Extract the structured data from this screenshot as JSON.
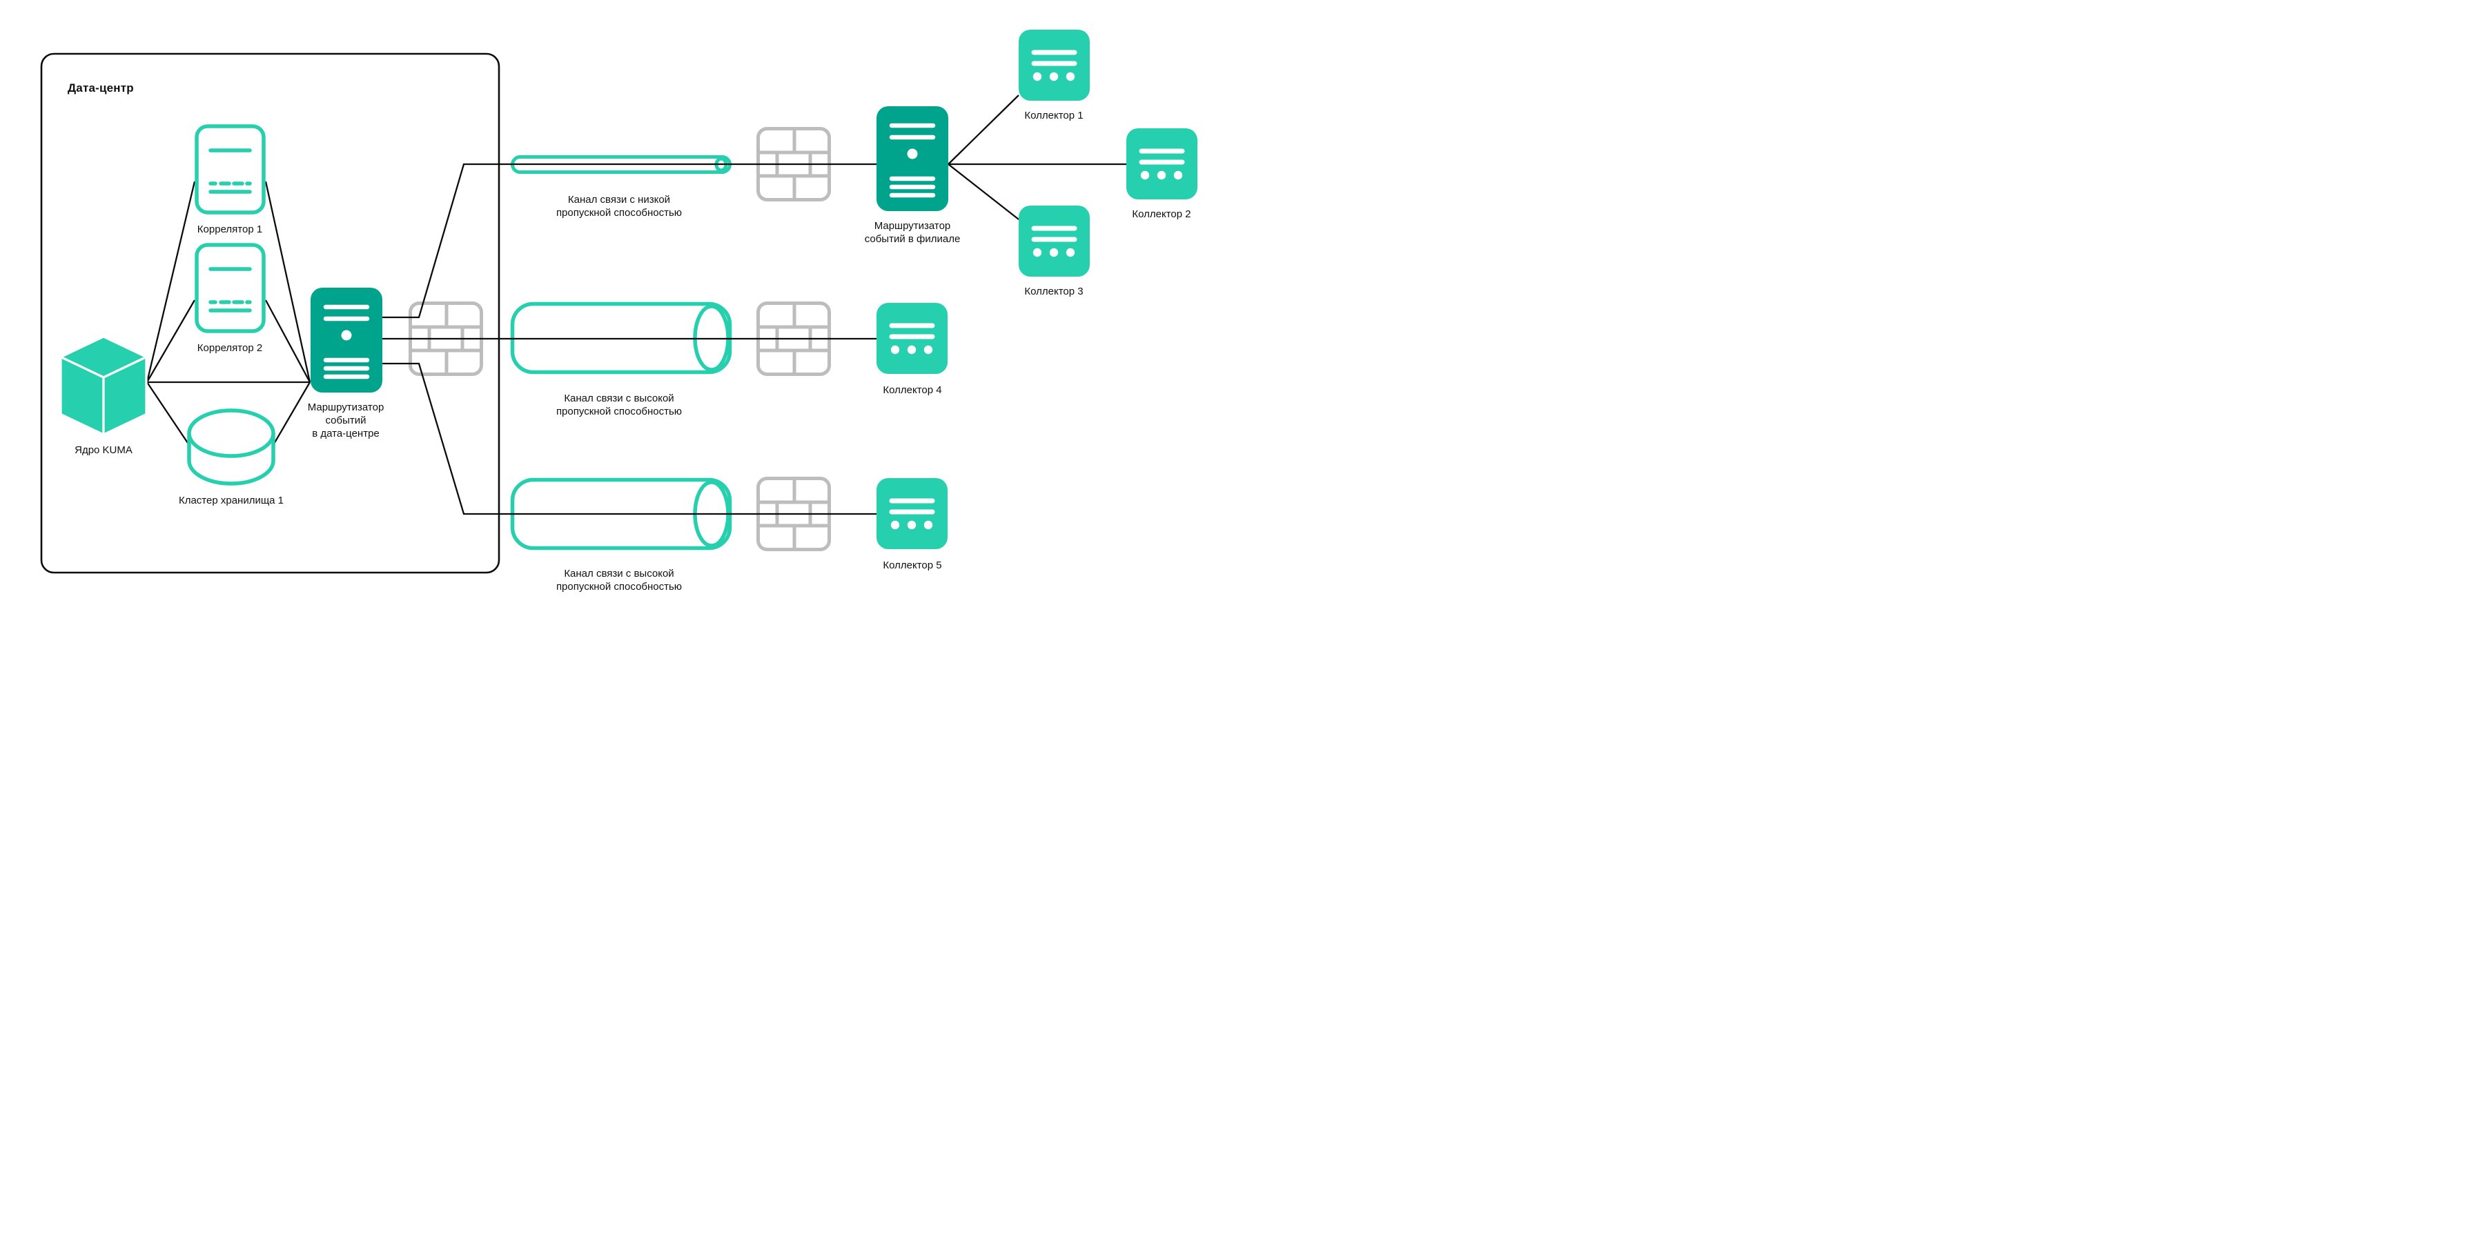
{
  "colors": {
    "teal": "#26CFAD",
    "dark-teal": "#00A48D",
    "gray": "#BDBDBD",
    "line": "#0C0C0C",
    "text": "#111111",
    "bg": "#FFFFFF"
  },
  "datacenter": {
    "title": "Дата-центр"
  },
  "nodes": {
    "kuma_core": {
      "label": "Ядро KUMA",
      "icon": "cube-icon"
    },
    "correlator1": {
      "label": "Коррелятор 1",
      "icon": "correlator-document-icon"
    },
    "correlator2": {
      "label": "Коррелятор 2",
      "icon": "correlator-document-icon"
    },
    "storage_cluster1": {
      "label": "Кластер хранилища 1",
      "icon": "database-cylinder-icon"
    },
    "dc_event_router": {
      "label": "Маршрутизатор\nсобытий\nв дата-центре",
      "icon": "server-icon"
    },
    "branch_event_router": {
      "label": "Маршрутизатор\nсобытий в филиале",
      "icon": "server-icon"
    },
    "channel_low": {
      "label": "Канал связи с низкой\nпропускной способностью",
      "icon": "thin-pipe-icon"
    },
    "channel_high1": {
      "label": "Канал связи с высокой\nпропускной способностью",
      "icon": "wide-pipe-icon"
    },
    "channel_high2": {
      "label": "Канал связи с высокой\nпропускной способностью",
      "icon": "wide-pipe-icon"
    },
    "collector1": {
      "label": "Коллектор 1",
      "icon": "collector-card-icon"
    },
    "collector2": {
      "label": "Коллектор 2",
      "icon": "collector-card-icon"
    },
    "collector3": {
      "label": "Коллектор 3",
      "icon": "collector-card-icon"
    },
    "collector4": {
      "label": "Коллектор 4",
      "icon": "collector-card-icon"
    },
    "collector5": {
      "label": "Коллектор 5",
      "icon": "collector-card-icon"
    }
  },
  "firewalls": {
    "icon": "firewall-brick-icon",
    "count": 4
  },
  "connections": [
    [
      "kuma_core",
      "correlator1"
    ],
    [
      "kuma_core",
      "correlator2"
    ],
    [
      "kuma_core",
      "storage_cluster1"
    ],
    [
      "kuma_core",
      "dc_event_router"
    ],
    [
      "correlator1",
      "dc_event_router"
    ],
    [
      "correlator2",
      "dc_event_router"
    ],
    [
      "storage_cluster1",
      "dc_event_router"
    ],
    [
      "dc_event_router",
      "channel_low"
    ],
    [
      "dc_event_router",
      "channel_high1"
    ],
    [
      "dc_event_router",
      "channel_high2"
    ],
    [
      "channel_low",
      "branch_event_router"
    ],
    [
      "channel_high1",
      "collector4"
    ],
    [
      "channel_high2",
      "collector5"
    ],
    [
      "branch_event_router",
      "collector1"
    ],
    [
      "branch_event_router",
      "collector2"
    ],
    [
      "branch_event_router",
      "collector3"
    ]
  ]
}
